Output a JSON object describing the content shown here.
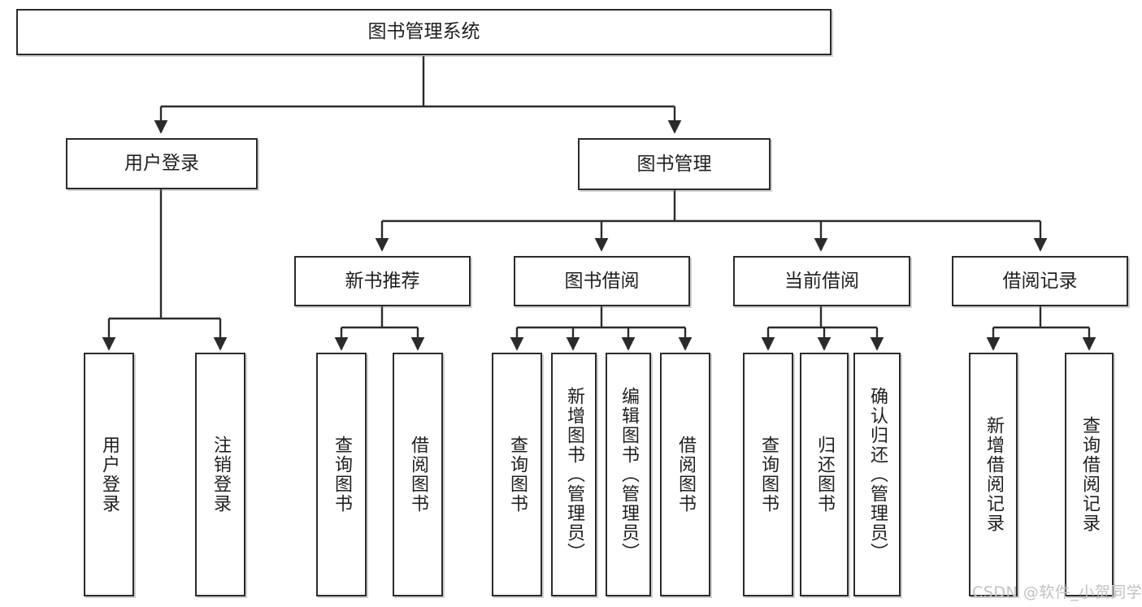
{
  "diagram": {
    "title": "图书管理系统",
    "watermark": "CSDN @软件_小贺同学",
    "colors": {
      "border": "#2b2b2b",
      "text": "#1f1f1f",
      "background": "#ffffff",
      "watermark": "#c2c2c2"
    },
    "root": {
      "label": "图书管理系统"
    },
    "level2": [
      {
        "label": "用户登录"
      },
      {
        "label": "图书管理"
      }
    ],
    "level3": [
      {
        "label": "新书推荐"
      },
      {
        "label": "图书借阅"
      },
      {
        "label": "当前借阅"
      },
      {
        "label": "借阅记录"
      }
    ],
    "leaves": [
      {
        "label": "用户登录"
      },
      {
        "label": "注销登录"
      },
      {
        "label": "查询图书"
      },
      {
        "label": "借阅图书"
      },
      {
        "label": "查询图书"
      },
      {
        "label": "新增图书（管理员）"
      },
      {
        "label": "编辑图书（管理员）"
      },
      {
        "label": "借阅图书"
      },
      {
        "label": "查询图书"
      },
      {
        "label": "归还图书"
      },
      {
        "label": "确认归还（管理员）"
      },
      {
        "label": "新增借阅记录"
      },
      {
        "label": "查询借阅记录"
      }
    ]
  }
}
